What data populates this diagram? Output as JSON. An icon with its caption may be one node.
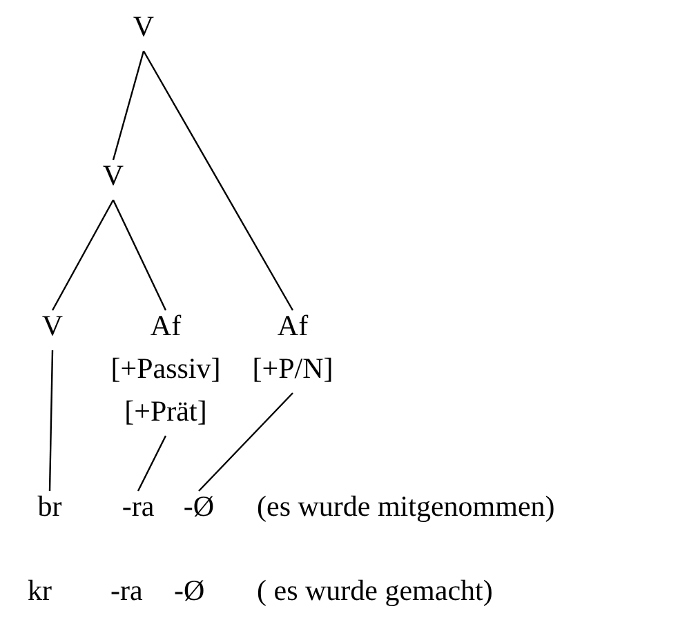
{
  "diagram": {
    "nodes": [
      {
        "text": [
          "V"
        ]
      },
      {
        "text": [
          "V"
        ]
      },
      {
        "text": [
          "V"
        ]
      },
      {
        "text": [
          "Af",
          "[+Passiv]",
          "[+Prät]"
        ]
      },
      {
        "text": [
          "Af",
          "[+P/N]"
        ]
      },
      {
        "text": [
          "br"
        ]
      },
      {
        "text": [
          "-ra"
        ]
      },
      {
        "text": [
          "-Ø"
        ]
      }
    ],
    "edges": [
      {
        "from": 0,
        "to": 1,
        "arrow": "none"
      },
      {
        "from": 0,
        "to": 4,
        "arrow": "none"
      },
      {
        "from": 1,
        "to": 2,
        "arrow": "none"
      },
      {
        "from": 1,
        "to": 3,
        "arrow": "none"
      },
      {
        "from": 2,
        "to": 5,
        "arrow": "none"
      },
      {
        "from": 3,
        "to": 6,
        "arrow": "none"
      },
      {
        "from": 4,
        "to": 7,
        "arrow": "none"
      }
    ],
    "labels": [
      "(es wurde mitgenommen)",
      "kr",
      "-ra",
      "-Ø",
      "( es wurde gemacht)"
    ]
  }
}
